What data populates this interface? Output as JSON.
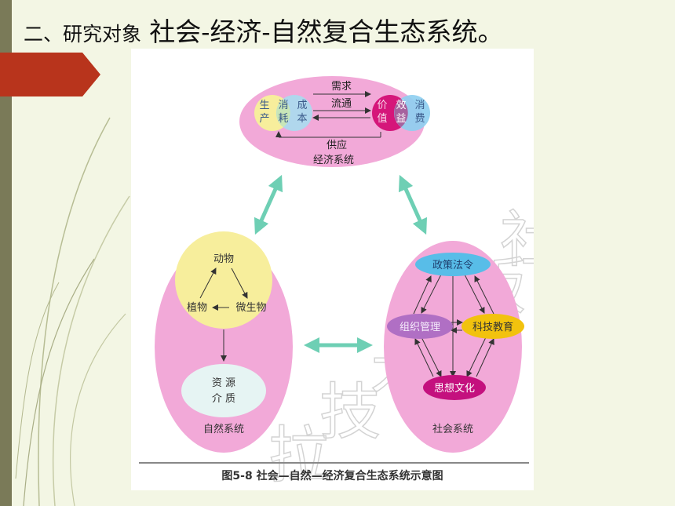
{
  "slide": {
    "title_prefix": "二、研究对象",
    "title_main": "社会-经济-自然复合生态系统。"
  },
  "figure": {
    "caption": "图5-8   社会—自然—经济复合生态系统示意图",
    "watermark_chars": [
      "拉",
      "技",
      "术",
      "出",
      "版",
      "社"
    ],
    "economic": {
      "label": "经济系统",
      "left_circles": [
        {
          "chars": [
            "生",
            "产"
          ]
        },
        {
          "chars": [
            "消",
            "耗"
          ]
        },
        {
          "chars": [
            "成",
            "本"
          ]
        }
      ],
      "right_circles": [
        {
          "chars": [
            "价",
            "值"
          ]
        },
        {
          "chars": [
            "效",
            "益"
          ]
        },
        {
          "chars": [
            "消",
            "费"
          ]
        }
      ],
      "flow_top": "需求",
      "flow_mid": "流通",
      "flow_bottom": "供应"
    },
    "natural": {
      "label": "自然系统",
      "top": "动物",
      "left": "植物",
      "right": "微生物",
      "resource": [
        "资 源",
        "介 质"
      ]
    },
    "social": {
      "label": "社会系统",
      "nodes": [
        "政策法令",
        "组织管理",
        "科技教育",
        "思想文化"
      ]
    }
  },
  "colors": {
    "pink_system": "#f2a9d8",
    "yellow": "#f7ee9c",
    "light_blue": "#a9dcf0",
    "magenta": "#d5167a",
    "teal_arrow": "#6ecfb4",
    "accent_red": "#b8341c",
    "olive_bar": "#7a7a58"
  }
}
